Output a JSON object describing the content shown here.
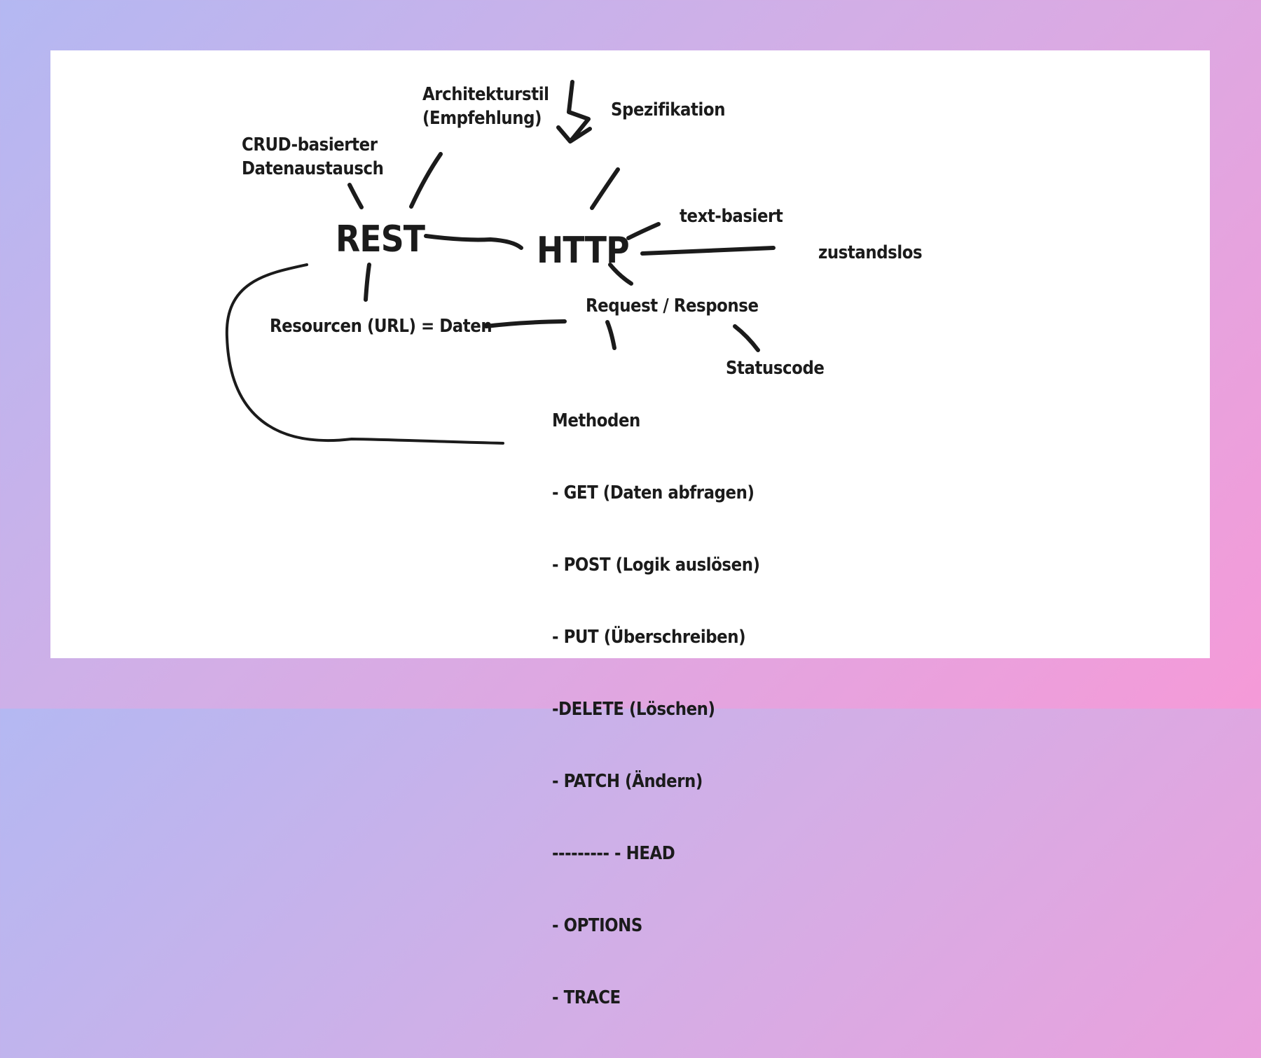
{
  "nodes": {
    "rest": "REST",
    "http": "HTTP",
    "crud": "CRUD-basierter\nDatenaustausch",
    "architektur": "Architekturstil\n(Empfehlung)",
    "spezifikation": "Spezifikation",
    "text_basiert": "text-basiert",
    "zustandslos": "zustandslos",
    "resourcen": "Resourcen (URL) = Daten",
    "request_response": "Request / Response",
    "statuscode": "Statuscode",
    "methoden_title": "Methoden"
  },
  "methods": [
    "- GET (Daten abfragen)",
    "- POST (Logik auslösen)",
    "- PUT (Überschreiben)",
    "-DELETE (Löschen)",
    "- PATCH (Ändern)",
    "--------- - HEAD",
    "- OPTIONS",
    "- TRACE"
  ],
  "colors": {
    "ink": "#1b1b1b",
    "board": "#ffffff",
    "gradient_start": "#b4b8f2",
    "gradient_end": "#f59ad8"
  }
}
